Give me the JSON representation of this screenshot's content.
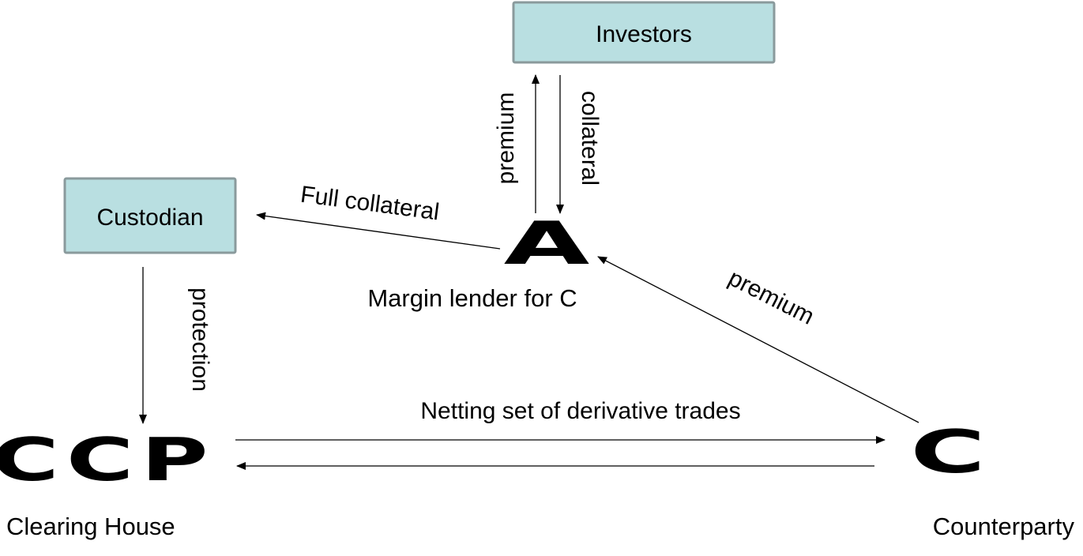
{
  "nodes": {
    "investors": {
      "label": "Investors"
    },
    "custodian": {
      "label": "Custodian"
    },
    "margin_lender": {
      "symbol": "A",
      "caption": "Margin lender for C"
    },
    "ccp": {
      "symbol": "CCP",
      "caption": "Clearing House"
    },
    "counterparty": {
      "symbol": "C",
      "caption": "Counterparty"
    }
  },
  "flows": {
    "a_to_investors": "premium",
    "investors_to_a": "collateral",
    "a_to_custodian": "Full collateral",
    "c_to_a": "premium",
    "custodian_to_ccp": "protection",
    "ccp_c": "Netting set of derivative trades"
  },
  "colors": {
    "box_fill": "#b9dfe1",
    "box_stroke": "#8a9a9c",
    "ink": "#000000"
  }
}
